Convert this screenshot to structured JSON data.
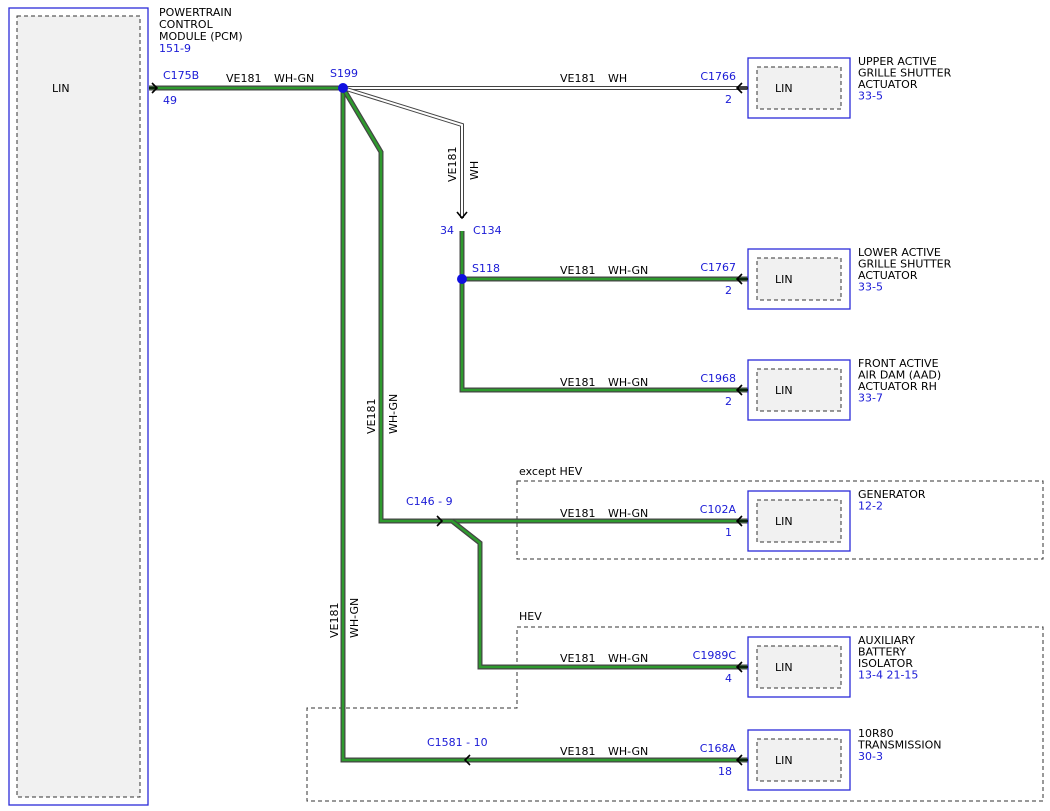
{
  "pcm": {
    "title_lines": [
      "POWERTRAIN",
      "CONTROL",
      "MODULE (PCM)"
    ],
    "ref": "151-9",
    "lin_label": "LIN",
    "connector": "C175B",
    "pin": "49"
  },
  "wires": {
    "circuit": "VE181",
    "color_whgn": "WH-GN",
    "color_wh": "WH"
  },
  "splices": {
    "s199": "S199",
    "s118": "S118"
  },
  "inline": {
    "c134_pin": "34",
    "c134": "C134",
    "c146": "C146  -  9",
    "c1581": "C1581  -  10"
  },
  "regions": {
    "except_hev": "except HEV",
    "hev": "HEV"
  },
  "components": [
    {
      "id": "upper",
      "title_lines": [
        "UPPER ACTIVE",
        "GRILLE SHUTTER",
        "ACTUATOR"
      ],
      "ref": "33-5",
      "connector": "C1766",
      "pin": "2",
      "lin": "LIN"
    },
    {
      "id": "lower",
      "title_lines": [
        "LOWER ACTIVE",
        "GRILLE SHUTTER",
        "ACTUATOR"
      ],
      "ref": "33-5",
      "connector": "C1767",
      "pin": "2",
      "lin": "LIN"
    },
    {
      "id": "aad",
      "title_lines": [
        "FRONT ACTIVE",
        "AIR DAM (AAD)",
        "ACTUATOR RH"
      ],
      "ref": "33-7",
      "connector": "C1968",
      "pin": "2",
      "lin": "LIN"
    },
    {
      "id": "gen",
      "title_lines": [
        "GENERATOR"
      ],
      "ref": "12-2",
      "connector": "C102A",
      "pin": "1",
      "lin": "LIN"
    },
    {
      "id": "abi",
      "title_lines": [
        "AUXILIARY",
        "BATTERY",
        "ISOLATOR"
      ],
      "ref": "13-4  21-15",
      "connector": "C1989C",
      "pin": "4",
      "lin": "LIN"
    },
    {
      "id": "trans",
      "title_lines": [
        "10R80",
        "TRANSMISSION"
      ],
      "ref": "30-3",
      "connector": "C168A",
      "pin": "18",
      "lin": "LIN"
    }
  ],
  "colors": {
    "link_blue": "#1a1ad6",
    "wire_green": "#2e9a2e",
    "box_blue": "#2b2bd9"
  }
}
